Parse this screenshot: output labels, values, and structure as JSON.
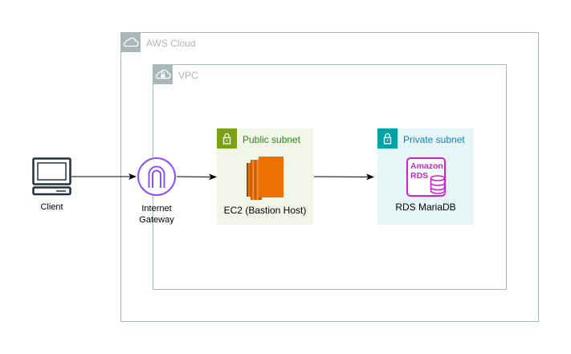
{
  "diagram": {
    "groups": {
      "aws_cloud": {
        "label": "AWS Cloud",
        "border_color": "#AAB7B8",
        "label_color": "#AAB7B8",
        "icon": "aws-cloud-icon"
      },
      "vpc": {
        "label": "VPC",
        "border_color": "#AAB7B8",
        "label_color": "#AAB7B8",
        "icon": "vpc-cloud-lock-icon"
      },
      "public_subnet": {
        "label": "Public subnet",
        "fill": "#F2F6E8",
        "accent": "#7AA116",
        "label_color": "#248814",
        "icon": "lock-icon"
      },
      "private_subnet": {
        "label": "Private subnet",
        "fill": "#E6F6F7",
        "accent": "#00A4A6",
        "label_color": "#147EBA",
        "icon": "lock-icon"
      }
    },
    "nodes": {
      "client": {
        "label": "Client",
        "icon": "laptop-icon",
        "color": "#232F3E"
      },
      "internet_gateway": {
        "label_line1": "Internet",
        "label_line2": "Gateway",
        "icon": "internet-gateway-icon",
        "color": "#8C4FFF"
      },
      "ec2": {
        "label": "EC2 (Bastion Host)",
        "icon": "ec2-instance-icon",
        "color": "#ED7100"
      },
      "rds": {
        "label": "RDS MariaDB",
        "icon": "amazon-rds-icon",
        "icon_text_line1": "Amazon",
        "icon_text_line2": "RDS",
        "color": "#C925D1"
      }
    },
    "edges": [
      {
        "from": "client",
        "to": "internet_gateway"
      },
      {
        "from": "internet_gateway",
        "to": "ec2"
      },
      {
        "from": "ec2",
        "to": "rds"
      }
    ]
  }
}
